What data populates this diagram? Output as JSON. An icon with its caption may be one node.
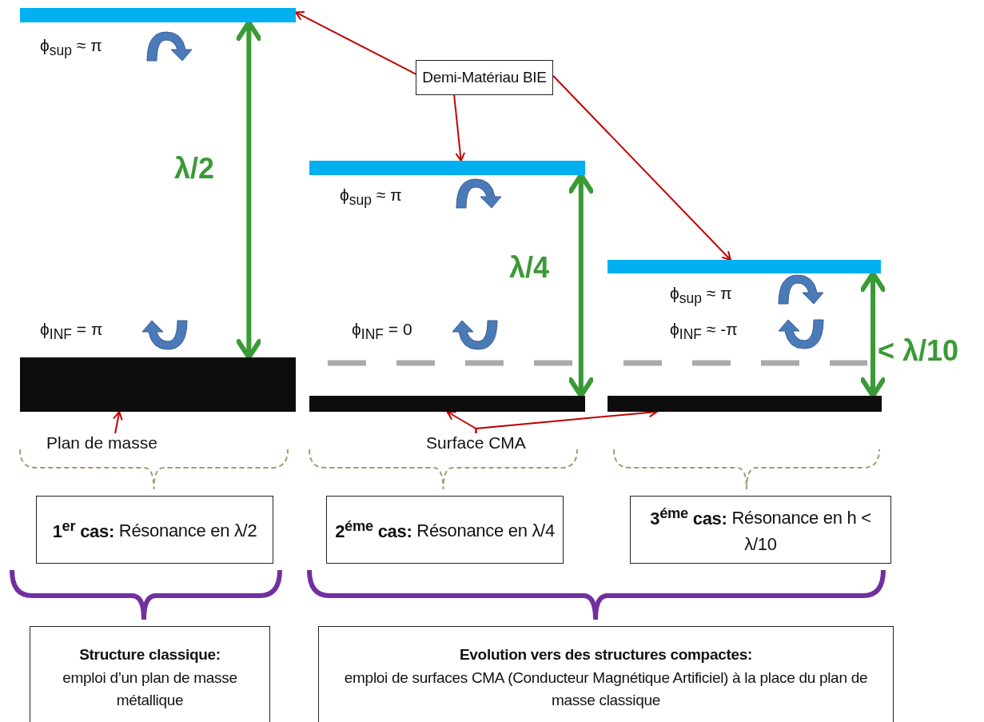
{
  "diagram": {
    "nodes": [
      {
        "text": [
          "Demi-Matériau BIE"
        ]
      },
      {
        "text": [],
        "shape": "bar",
        "beside": [
          "ϕ$_{sup}$ ≈ π"
        ]
      },
      {
        "text": [],
        "shape": "bar",
        "beside": [
          "ϕ$_{sup}$ ≈ π"
        ]
      },
      {
        "text": [],
        "shape": "bar",
        "beside": [
          "ϕ$_{sup}$ ≈ π"
        ]
      },
      {
        "text": [],
        "shape": "bar",
        "beside": [
          "ϕ$_{INF}$ = π"
        ]
      },
      {
        "text": [],
        "shape": "bar",
        "beside": [
          "ϕ$_{INF}$ = 0"
        ]
      },
      {
        "text": [],
        "shape": "bar",
        "beside": [
          "ϕ$_{INF}$ ≈ -π"
        ]
      },
      {
        "text": [
          "Plan de masse"
        ]
      },
      {
        "text": [
          "Surface CMA"
        ]
      },
      {
        "text": [
          "**1$^{er}$ cas:** Résonance en λ/2"
        ]
      },
      {
        "text": [
          "**2$^{éme}$ cas:** Résonance en λ/4"
        ]
      },
      {
        "text": [
          "**3$^{éme}$ cas:** Résonance en h < λ/10"
        ]
      },
      {
        "text": [
          "Structure classique:",
          "emploi d’un plan de masse métallique"
        ]
      },
      {
        "text": [
          "Evolution vers des structures compactes:",
          "emploi de surfaces CMA (Conducteur Magnétique Artificiel) à la place du plan de masse classique"
        ]
      }
    ],
    "edges": [
      {
        "from": 0,
        "to": 1,
        "arrow": "to"
      },
      {
        "from": 0,
        "to": 2,
        "arrow": "to"
      },
      {
        "from": 0,
        "to": 3,
        "arrow": "to"
      },
      {
        "from": 7,
        "to": 4,
        "arrow": "to"
      },
      {
        "from": 8,
        "to": 5,
        "arrow": "to"
      },
      {
        "from": 8,
        "to": 6,
        "arrow": "to"
      },
      {
        "from": 1,
        "to": 4,
        "arrow": "both",
        "label": "λ/2",
        "style": "thick",
        "color": "#3a9a35"
      },
      {
        "from": 2,
        "to": 5,
        "arrow": "both",
        "label": "λ/4",
        "style": "thick",
        "color": "#3a9a35"
      },
      {
        "from": 3,
        "to": 6,
        "arrow": "both",
        "label": "< λ/10",
        "style": "thick",
        "color": "#3a9a35"
      }
    ]
  }
}
